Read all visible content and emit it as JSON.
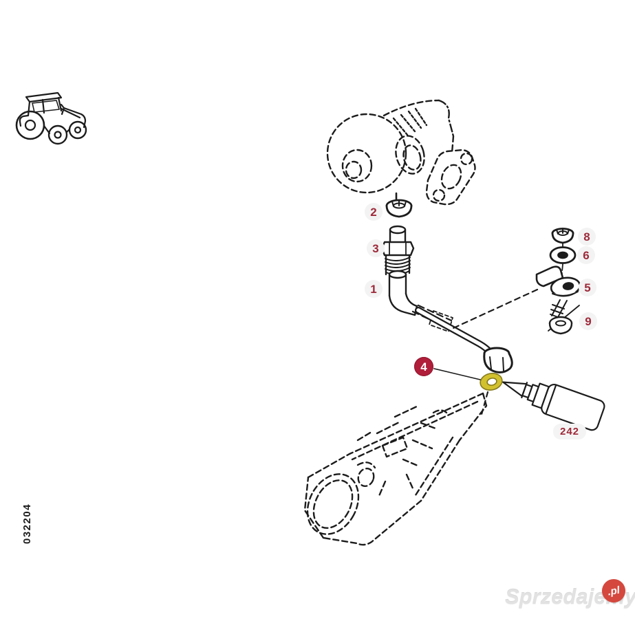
{
  "diagram": {
    "drawing_code": "032204",
    "sealant_label": "242",
    "callouts": [
      {
        "label": "2",
        "variant": "light"
      },
      {
        "label": "3",
        "variant": "light"
      },
      {
        "label": "1",
        "variant": "light"
      },
      {
        "label": "4",
        "variant": "filled"
      },
      {
        "label": "8",
        "variant": "light"
      },
      {
        "label": "6",
        "variant": "light"
      },
      {
        "label": "5",
        "variant": "light"
      },
      {
        "label": "9",
        "variant": "light"
      }
    ],
    "colors": {
      "line": "#1c1c1c",
      "callout_text": "#9d2a3a",
      "callout_filled_bg": "#b01e3a",
      "callout_light_bg": "#f3f3f3",
      "oring_highlight": "#d2c12e",
      "sealant_label_color": "#9e2838"
    }
  },
  "watermark": {
    "brand": "Sprzedajemy",
    "tld": ".pl",
    "badge_color": "#d4483e",
    "text_color": "#e2e2e2"
  }
}
